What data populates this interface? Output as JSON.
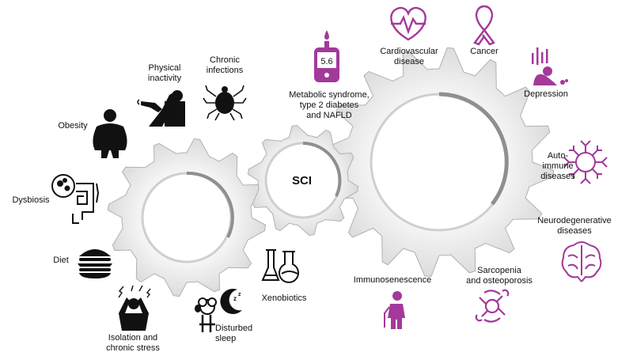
{
  "center_label": "SCI",
  "colors": {
    "cause": "#111111",
    "disease": "#a3399a",
    "gear_light": "#efefef",
    "gear_mid": "#d8d8d8",
    "gear_edge": "#a9a9a9"
  },
  "causes": [
    {
      "id": "physical-inactivity",
      "label": "Physical\ninactivity",
      "icon": "inactivity-icon"
    },
    {
      "id": "chronic-infections",
      "label": "Chronic\ninfections",
      "icon": "tick-icon"
    },
    {
      "id": "obesity",
      "label": "Obesity",
      "icon": "obese-person-icon"
    },
    {
      "id": "dysbiosis",
      "label": "Dysbiosis",
      "icon": "gut-microbiome-icon"
    },
    {
      "id": "diet",
      "label": "Diet",
      "icon": "burger-icon"
    },
    {
      "id": "isolation",
      "label": "Isolation and\nchronic stress",
      "icon": "stressed-person-icon"
    },
    {
      "id": "sleep",
      "label": "Disturbed\nsleep",
      "icon": "sleep-icon"
    },
    {
      "id": "xenobiotics",
      "label": "Xenobiotics",
      "icon": "flasks-icon"
    }
  ],
  "diseases": [
    {
      "id": "metabolic",
      "label": "Metabolic syndrome,\ntype 2 diabetes\nand NAFLD",
      "icon": "glucose-meter-icon",
      "meter_value": "5.6"
    },
    {
      "id": "cardiovascular",
      "label": "Cardiovascular\ndisease",
      "icon": "heart-pulse-icon"
    },
    {
      "id": "cancer",
      "label": "Cancer",
      "icon": "ribbon-icon"
    },
    {
      "id": "depression",
      "label": "Depression",
      "icon": "depressed-person-icon"
    },
    {
      "id": "autoimmune",
      "label": "Auto-\nimmune\ndiseases",
      "icon": "antibody-ring-icon"
    },
    {
      "id": "neurodegenerative",
      "label": "Neurodegenerative\ndiseases",
      "icon": "brain-icon"
    },
    {
      "id": "sarcopenia",
      "label": "Sarcopenia\nand osteoporosis",
      "icon": "joint-bone-icon"
    },
    {
      "id": "immunosenescence",
      "label": "Immunosenescence",
      "icon": "elderly-person-icon"
    }
  ]
}
